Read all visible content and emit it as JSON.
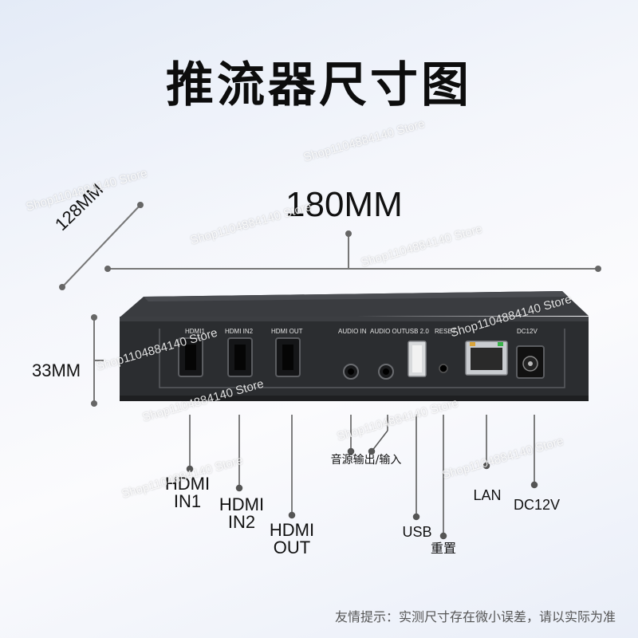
{
  "title": "推流器尺寸图",
  "dimensions": {
    "width": "180MM",
    "depth": "128MM",
    "height": "33MM"
  },
  "panel_labels": {
    "hdmi1": "HDMI1",
    "hdmi2": "HDMI IN2",
    "hdmi_out": "HDMI OUT",
    "audio_in": "AUDIO IN",
    "audio_out": "AUDIO OUT",
    "usb": "USB 2.0",
    "reset": "RESET",
    "dc": "DC12V"
  },
  "callouts": {
    "hdmi_in1": [
      "HDMI",
      "IN1"
    ],
    "hdmi_in2": [
      "HDMI",
      "IN2"
    ],
    "hdmi_out": [
      "HDMI",
      "OUT"
    ],
    "audio": "音源输出/输入",
    "usb": "USB",
    "reset": "重置",
    "lan": "LAN",
    "dc": "DC12V"
  },
  "footer": "友情提示：实测尺寸存在微小误差，请以实际为准",
  "watermark": "Shop1104884140 Store",
  "colors": {
    "device_body": "#2b2d30",
    "port_bezel": "#17181a",
    "line": "#666666",
    "dot": "#666666"
  }
}
